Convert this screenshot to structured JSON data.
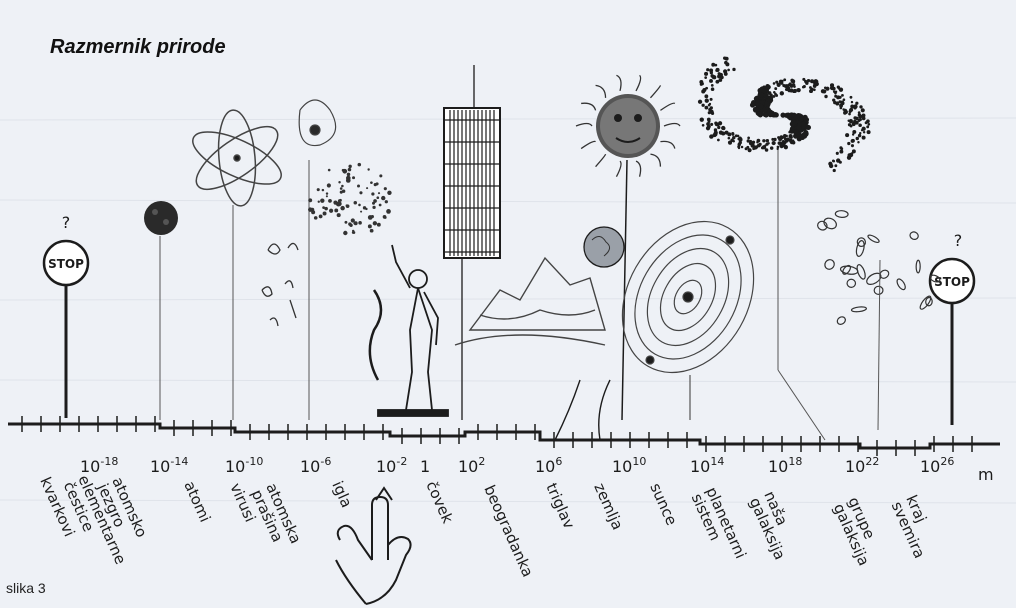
{
  "title": "Razmernik prirode",
  "caption": "slika 3",
  "axis": {
    "unit": "m",
    "ticks": [
      {
        "base": "10",
        "exp": "-18"
      },
      {
        "base": "10",
        "exp": "-14"
      },
      {
        "base": "10",
        "exp": "-10"
      },
      {
        "base": "10",
        "exp": "-6"
      },
      {
        "base": "10",
        "exp": "-2"
      },
      {
        "base": "1",
        "exp": ""
      },
      {
        "base": "10",
        "exp": "2"
      },
      {
        "base": "10",
        "exp": "6"
      },
      {
        "base": "10",
        "exp": "10"
      },
      {
        "base": "10",
        "exp": "14"
      },
      {
        "base": "10",
        "exp": "18"
      },
      {
        "base": "10",
        "exp": "22"
      },
      {
        "base": "10",
        "exp": "26"
      }
    ]
  },
  "sign": {
    "text": "STOP",
    "mark": "?"
  },
  "labels": [
    {
      "lines": [
        "kvarkovi"
      ]
    },
    {
      "lines": [
        "elementarne",
        "čestice"
      ]
    },
    {
      "lines": [
        "atomsko",
        "jezgro"
      ]
    },
    {
      "lines": [
        "atomi"
      ]
    },
    {
      "lines": [
        "virusi"
      ]
    },
    {
      "lines": [
        "atomska",
        "prašina"
      ]
    },
    {
      "lines": [
        "igla"
      ]
    },
    {
      "lines": [
        "čovek"
      ]
    },
    {
      "lines": [
        "beogradanka"
      ]
    },
    {
      "lines": [
        "triglav"
      ]
    },
    {
      "lines": [
        "zemlja"
      ]
    },
    {
      "lines": [
        "sunce"
      ]
    },
    {
      "lines": [
        "planetarni",
        "sistem"
      ]
    },
    {
      "lines": [
        "naša",
        "galaksija"
      ]
    },
    {
      "lines": [
        "grupe",
        "galaksija"
      ]
    },
    {
      "lines": [
        "kraj",
        "svemira"
      ]
    }
  ],
  "icons": [
    "stop-sign-icon",
    "nucleus-icon",
    "atom-icon",
    "virus-icon",
    "dust-icon",
    "human-icon",
    "skyscraper-icon",
    "mountain-icon",
    "earth-icon",
    "sun-icon",
    "solar-system-icon",
    "galaxy-icon",
    "galaxy-cluster-icon",
    "hand-icon"
  ],
  "colors": {
    "ink": "#1c1c1c",
    "paper": "#eef1f6"
  }
}
